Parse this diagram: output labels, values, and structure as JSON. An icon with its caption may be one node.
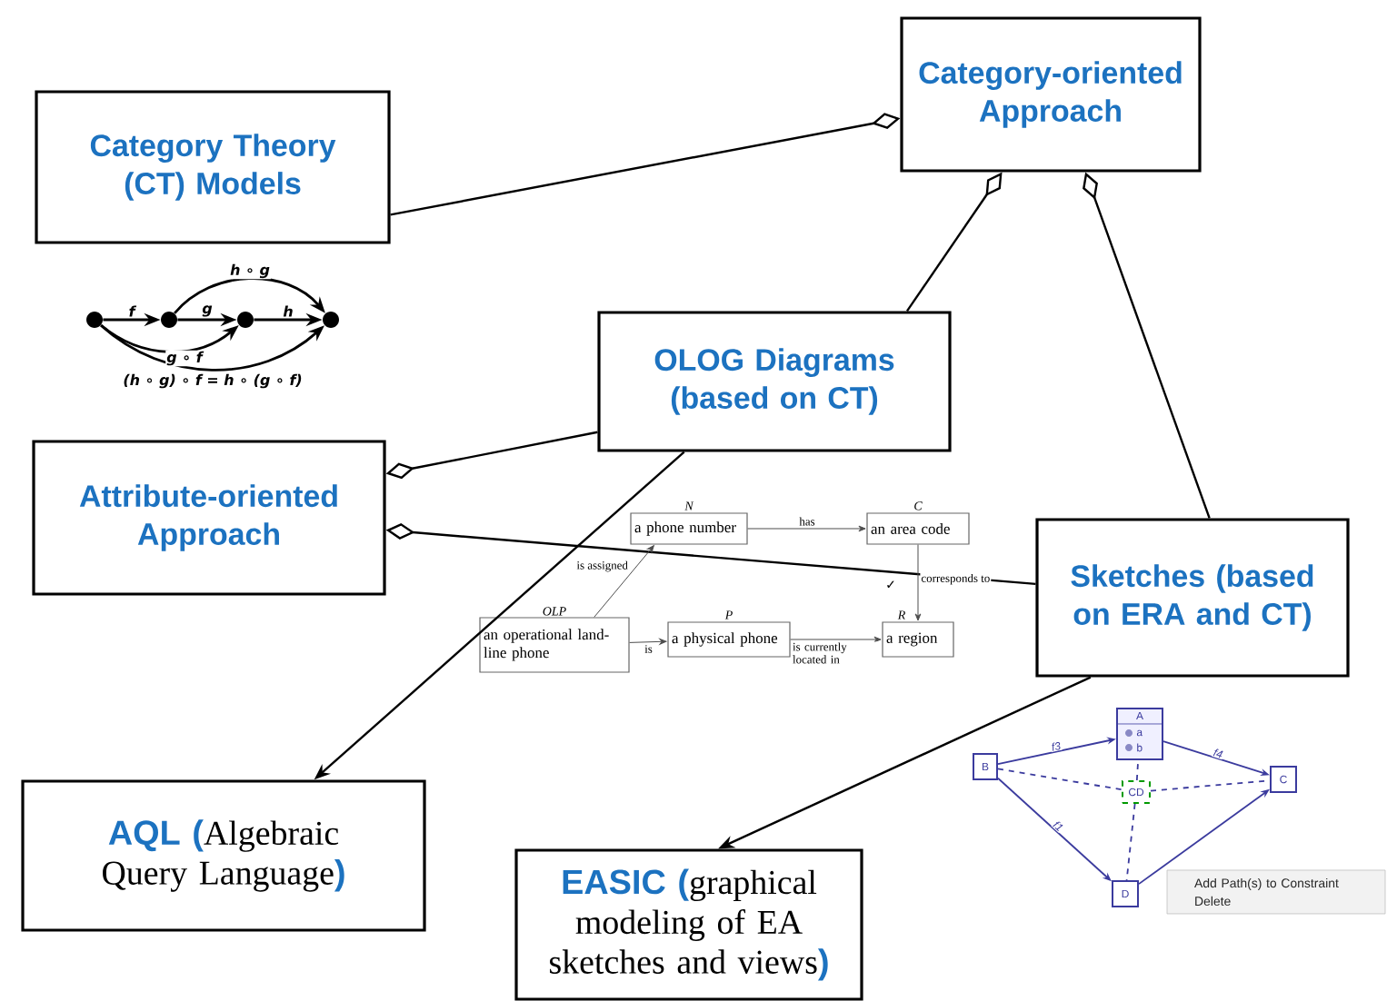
{
  "diagram": {
    "nodes": [
      {
        "text": [
          "Category Theory (CT) Models"
        ]
      },
      {
        "text": [
          "Category-oriented Approach"
        ]
      },
      {
        "text": [
          "OLOG Diagrams (based on CT)"
        ]
      },
      {
        "text": [
          "Attribute-oriented Approach"
        ]
      },
      {
        "text": [
          "Sketches (based on ERA and CT)"
        ]
      },
      {
        "text": [
          "**AQL (**Algebraic Query Language**)**"
        ]
      },
      {
        "text": [
          "**EASIC (**graphical modeling of EA sketches and views**)**"
        ]
      },
      {
        "text": [],
        "shape": "circle"
      },
      {
        "text": [],
        "shape": "circle"
      },
      {
        "text": [],
        "shape": "circle"
      },
      {
        "text": [],
        "shape": "circle"
      },
      {
        "text": [
          "N",
          "a phone number"
        ]
      },
      {
        "text": [
          "C",
          "an area code"
        ]
      },
      {
        "text": [
          "OLP",
          "an operational land-line phone"
        ]
      },
      {
        "text": [
          "P",
          "a physical phone"
        ]
      },
      {
        "text": [
          "R",
          "a region"
        ]
      },
      {
        "text": [
          "A",
          "a",
          "b"
        ]
      },
      {
        "text": [
          "B"
        ]
      },
      {
        "text": [
          "C"
        ]
      },
      {
        "text": [
          "CD"
        ]
      },
      {
        "text": [
          "Add Path(s) to Constraint",
          "Delete"
        ]
      },
      {
        "text": [
          "D"
        ]
      }
    ],
    "edges": [
      {
        "from": 0,
        "to": 1,
        "arrow": "other"
      },
      {
        "from": 2,
        "to": 1,
        "arrow": "other"
      },
      {
        "from": 4,
        "to": 1,
        "arrow": "other"
      },
      {
        "from": 2,
        "to": 3,
        "arrow": "other"
      },
      {
        "from": 4,
        "to": 3,
        "arrow": "other"
      },
      {
        "from": 2,
        "to": 5,
        "arrow": "to"
      },
      {
        "from": 4,
        "to": 6,
        "arrow": "to"
      },
      {
        "from": 7,
        "to": 8,
        "arrow": "to",
        "label": "f"
      },
      {
        "from": 8,
        "to": 9,
        "arrow": "to",
        "label": "g"
      },
      {
        "from": 9,
        "to": 10,
        "arrow": "to",
        "label": "h"
      },
      {
        "from": 8,
        "to": 10,
        "arrow": "to",
        "label": "h ∘ g"
      },
      {
        "from": 7,
        "to": 9,
        "arrow": "to",
        "label": "g ∘ f"
      },
      {
        "from": 7,
        "to": 10,
        "arrow": "to",
        "label": "(h ∘ g) ∘ f = h ∘ (g ∘ f)"
      },
      {
        "from": 11,
        "to": 12,
        "arrow": "to",
        "label": "has"
      },
      {
        "from": 12,
        "to": 15,
        "arrow": "to",
        "label": "corresponds to"
      },
      {
        "from": 13,
        "to": 11,
        "arrow": "to",
        "label": "is assigned"
      },
      {
        "from": 13,
        "to": 14,
        "arrow": "to",
        "label": "is"
      },
      {
        "from": 14,
        "to": 15,
        "arrow": "to",
        "label": "is currently located in"
      },
      {
        "from": 17,
        "to": 16,
        "arrow": "to",
        "label": "f3",
        "color": "#3b3b9e"
      },
      {
        "from": 16,
        "to": 18,
        "arrow": "to",
        "label": "f4",
        "color": "#3b3b9e"
      },
      {
        "from": 17,
        "to": 21,
        "arrow": "to",
        "label": "f1",
        "color": "#3b3b9e"
      },
      {
        "from": 21,
        "to": 18,
        "arrow": "to",
        "color": "#3b3b9e"
      },
      {
        "from": 17,
        "to": 19,
        "arrow": "none",
        "style": "dashed",
        "color": "#3b3b9e"
      },
      {
        "from": 19,
        "to": 18,
        "arrow": "none",
        "style": "dashed",
        "color": "#3b3b9e"
      },
      {
        "from": 19,
        "to": 16,
        "arrow": "none",
        "style": "dashed",
        "color": "#3b3b9e"
      },
      {
        "from": 19,
        "to": 21,
        "arrow": "none",
        "style": "dashed",
        "color": "#3b3b9e"
      }
    ],
    "labels": [
      "✓"
    ]
  }
}
